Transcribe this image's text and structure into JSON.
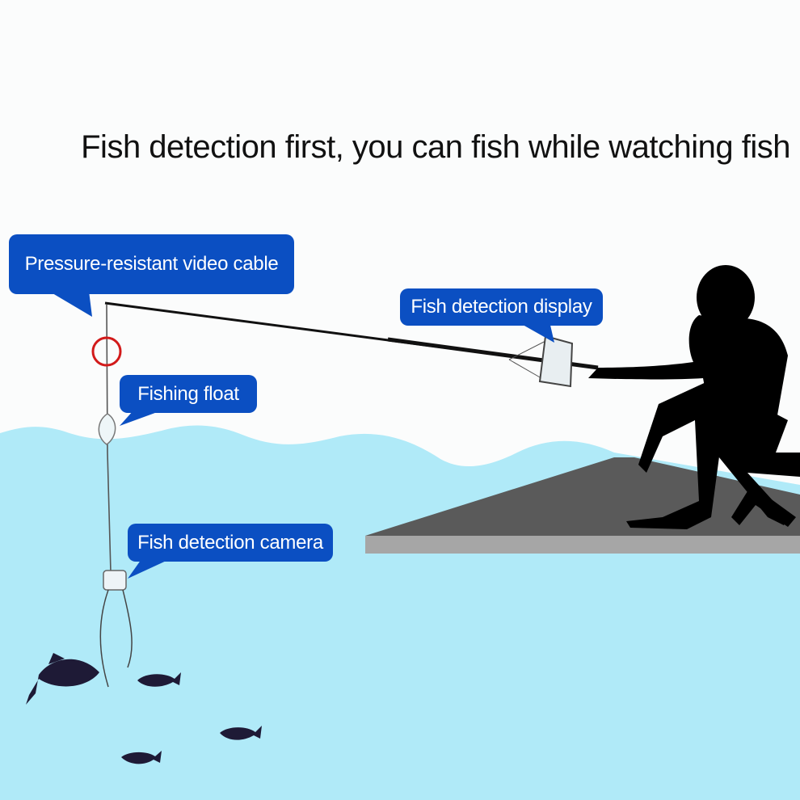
{
  "headline": "Fish detection first, you can fish while watching fish",
  "callouts": {
    "cable": "Pressure-resistant video cable",
    "display": "Fish detection display",
    "float": "Fishing float",
    "camera": "Fish detection camera"
  },
  "colors": {
    "callout_bg": "#0b4fc2",
    "callout_text": "#ffffff",
    "water": "#b0eaf8",
    "platform": "#5a5a5a",
    "silhouette": "#000000",
    "highlight_ring": "#d21a1a"
  }
}
